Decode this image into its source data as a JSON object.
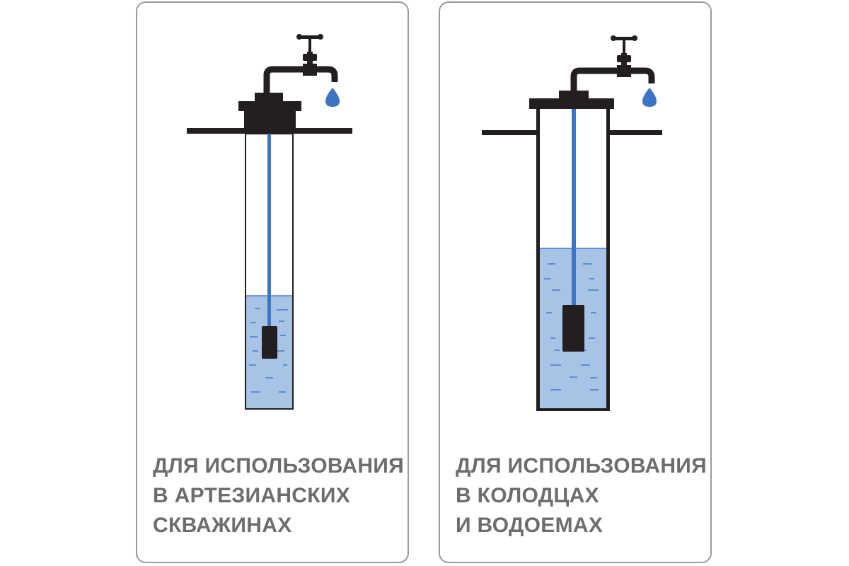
{
  "colors": {
    "dark": "#231f20",
    "water": "#a7c3e6",
    "water_line": "#2f6cc0",
    "hose": "#3d74c4",
    "drop": "#3d74c4",
    "border": "#9a9a9a",
    "caption": "#6d6d6d"
  },
  "panels": [
    {
      "scene": "artesian-borehole",
      "icons": [
        "water-tap-icon",
        "water-drop-icon",
        "borehole-cap-icon",
        "submersible-pump-icon"
      ],
      "caption_lines": [
        "ДЛЯ ИСПОЛЬЗОВАНИЯ",
        "В АРТЕЗИАНСКИХ",
        "СКВАЖИНАХ"
      ]
    },
    {
      "scene": "well-and-reservoir",
      "icons": [
        "water-tap-icon",
        "water-drop-icon",
        "well-cap-icon",
        "submersible-pump-icon"
      ],
      "caption_lines": [
        "ДЛЯ ИСПОЛЬЗОВАНИЯ",
        "В КОЛОДЦАХ",
        "И ВОДОЕМАХ"
      ]
    }
  ]
}
